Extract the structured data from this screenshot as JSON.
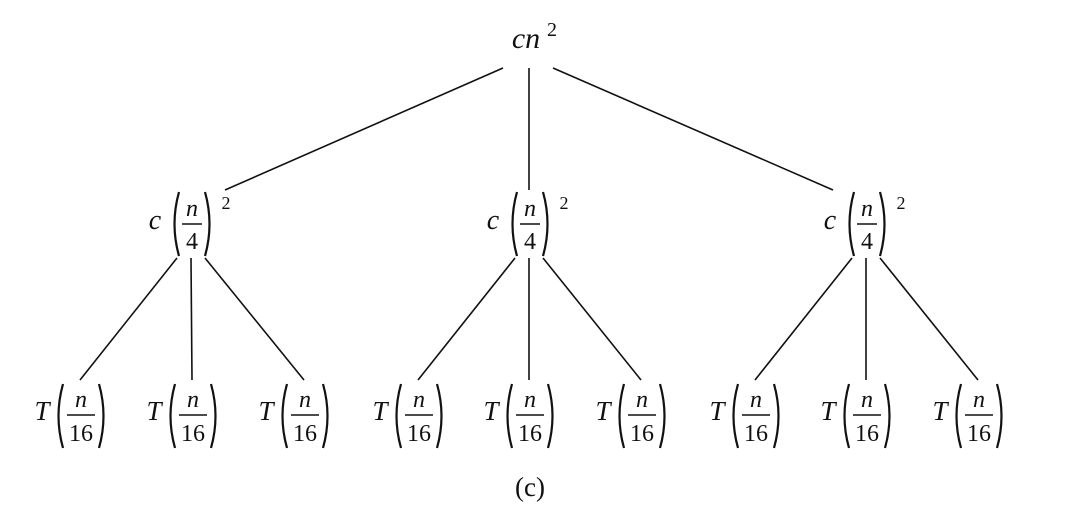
{
  "diagram": {
    "caption": "(c)",
    "root": {
      "coefficient": "c",
      "variable": "n",
      "exponent": "2"
    },
    "level1": [
      {
        "coefficient": "c",
        "numerator": "n",
        "denominator": "4",
        "exponent": "2"
      },
      {
        "coefficient": "c",
        "numerator": "n",
        "denominator": "4",
        "exponent": "2"
      },
      {
        "coefficient": "c",
        "numerator": "n",
        "denominator": "4",
        "exponent": "2"
      }
    ],
    "leaves": [
      {
        "function": "T",
        "numerator": "n",
        "denominator": "16"
      },
      {
        "function": "T",
        "numerator": "n",
        "denominator": "16"
      },
      {
        "function": "T",
        "numerator": "n",
        "denominator": "16"
      },
      {
        "function": "T",
        "numerator": "n",
        "denominator": "16"
      },
      {
        "function": "T",
        "numerator": "n",
        "denominator": "16"
      },
      {
        "function": "T",
        "numerator": "n",
        "denominator": "16"
      },
      {
        "function": "T",
        "numerator": "n",
        "denominator": "16"
      },
      {
        "function": "T",
        "numerator": "n",
        "denominator": "16"
      },
      {
        "function": "T",
        "numerator": "n",
        "denominator": "16"
      }
    ]
  }
}
